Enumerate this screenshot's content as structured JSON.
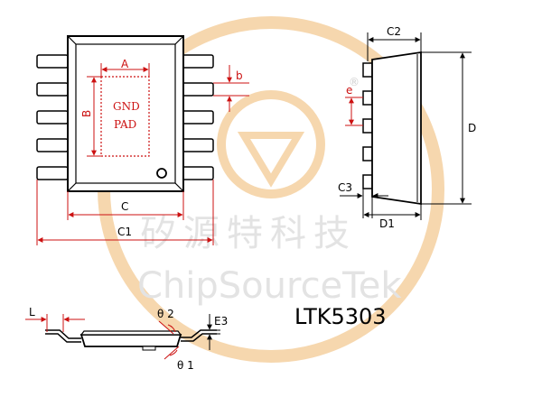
{
  "watermark": {
    "chinese_text": "矽源特科技",
    "english_text": "ChipSourceTek",
    "registered_mark": "®",
    "colors": {
      "ring": "#f6d7ae",
      "text": "#e3e3e3"
    }
  },
  "top_view": {
    "pad_label_line1": "GND",
    "pad_label_line2": "PAD",
    "dim_a": "A",
    "dim_b_upper": "B",
    "dim_b_pin": "b",
    "dim_c": "C",
    "dim_c1": "C1"
  },
  "side_view": {
    "dim_c2": "C2",
    "dim_e": "e",
    "dim_d": "D",
    "dim_c3": "C3",
    "dim_d1": "D1"
  },
  "profile_view": {
    "dim_l": "L",
    "theta2": "θ 2",
    "theta1": "θ 1",
    "dim_e3": "E3"
  },
  "part_number": "LTK5303",
  "colors": {
    "outline": "#000000",
    "dimension": "#cc1111",
    "lead_fill": "#ffffff"
  }
}
